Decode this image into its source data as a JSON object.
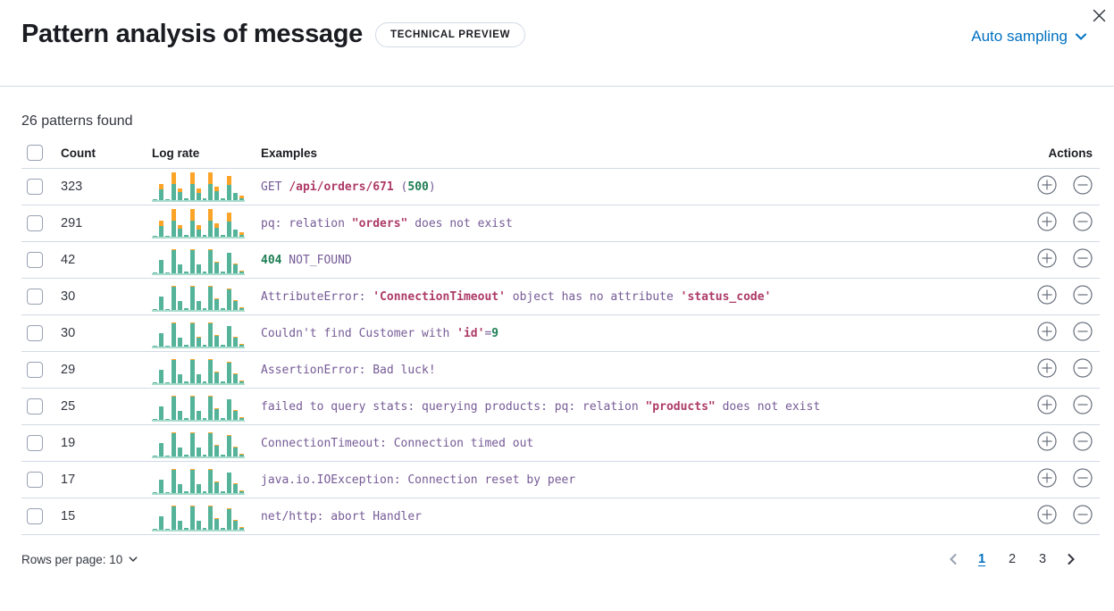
{
  "header": {
    "title": "Pattern analysis of message",
    "badge": "TECHNICAL PREVIEW",
    "sampling_label": "Auto sampling"
  },
  "summary": "26 patterns found",
  "table": {
    "columns": {
      "count": "Count",
      "log_rate": "Log rate",
      "examples": "Examples",
      "actions": "Actions"
    },
    "rows": [
      {
        "count": "323",
        "tokens": [
          {
            "t": "GET ",
            "c": "k"
          },
          {
            "t": "/api/orders/671",
            "c": "s"
          },
          {
            "t": " (",
            "c": "k"
          },
          {
            "t": "500",
            "c": "n"
          },
          {
            "t": ")",
            "c": "k"
          }
        ]
      },
      {
        "count": "291",
        "tokens": [
          {
            "t": "pq: relation ",
            "c": "k"
          },
          {
            "t": "\"orders\"",
            "c": "s"
          },
          {
            "t": " does not exist",
            "c": "k"
          }
        ]
      },
      {
        "count": "42",
        "tokens": [
          {
            "t": "404",
            "c": "n"
          },
          {
            "t": " NOT_FOUND",
            "c": "k"
          }
        ]
      },
      {
        "count": "30",
        "tokens": [
          {
            "t": "AttributeError: ",
            "c": "k"
          },
          {
            "t": "'ConnectionTimeout'",
            "c": "s"
          },
          {
            "t": " object has no attribute ",
            "c": "k"
          },
          {
            "t": "'status_code'",
            "c": "s"
          }
        ]
      },
      {
        "count": "30",
        "tokens": [
          {
            "t": "Couldn't find Customer with ",
            "c": "k"
          },
          {
            "t": "'id'",
            "c": "s"
          },
          {
            "t": "=",
            "c": "k"
          },
          {
            "t": "9",
            "c": "n"
          }
        ]
      },
      {
        "count": "29",
        "tokens": [
          {
            "t": "AssertionError: Bad luck!",
            "c": "k"
          }
        ]
      },
      {
        "count": "25",
        "tokens": [
          {
            "t": "failed to query stats: querying products: pq: relation ",
            "c": "k"
          },
          {
            "t": "\"products\"",
            "c": "s"
          },
          {
            "t": " does not exist",
            "c": "k"
          }
        ]
      },
      {
        "count": "19",
        "tokens": [
          {
            "t": "ConnectionTimeout: Connection timed out",
            "c": "k"
          }
        ]
      },
      {
        "count": "17",
        "tokens": [
          {
            "t": "java.io.IOException: Connection reset by peer",
            "c": "k"
          }
        ]
      },
      {
        "count": "15",
        "tokens": [
          {
            "t": "net/http: abort Handler",
            "c": "k"
          }
        ]
      }
    ]
  },
  "chart_data": [
    {
      "type": "bar",
      "label": "log-rate-row-1",
      "series": [
        {
          "name": "baseline",
          "values": [
            3,
            38,
            3,
            58,
            26,
            4,
            58,
            24,
            4,
            58,
            30,
            4,
            52,
            24,
            5
          ]
        },
        {
          "name": "deviation",
          "values": [
            0,
            20,
            0,
            40,
            16,
            0,
            40,
            16,
            0,
            40,
            18,
            0,
            34,
            0,
            10
          ]
        }
      ]
    },
    {
      "type": "bar",
      "label": "log-rate-row-2",
      "series": [
        {
          "name": "baseline",
          "values": [
            3,
            38,
            3,
            58,
            26,
            4,
            58,
            24,
            4,
            58,
            30,
            4,
            52,
            24,
            5
          ]
        },
        {
          "name": "deviation",
          "values": [
            0,
            20,
            0,
            40,
            16,
            0,
            40,
            16,
            0,
            40,
            18,
            0,
            34,
            0,
            10
          ]
        }
      ]
    },
    {
      "type": "bar",
      "label": "log-rate-row-3",
      "series": [
        {
          "name": "baseline",
          "values": [
            3,
            46,
            3,
            82,
            32,
            5,
            82,
            32,
            5,
            82,
            36,
            5,
            74,
            30,
            5
          ]
        },
        {
          "name": "deviation",
          "values": [
            0,
            0,
            0,
            4,
            0,
            0,
            4,
            0,
            0,
            3,
            4,
            0,
            0,
            5,
            4
          ]
        }
      ]
    },
    {
      "type": "bar",
      "label": "log-rate-row-4",
      "series": [
        {
          "name": "baseline",
          "values": [
            3,
            46,
            3,
            82,
            32,
            5,
            82,
            32,
            5,
            82,
            36,
            5,
            74,
            30,
            5
          ]
        },
        {
          "name": "deviation",
          "values": [
            0,
            2,
            0,
            4,
            0,
            0,
            4,
            0,
            0,
            3,
            4,
            0,
            2,
            5,
            4
          ]
        }
      ]
    },
    {
      "type": "bar",
      "label": "log-rate-row-5",
      "series": [
        {
          "name": "baseline",
          "values": [
            3,
            46,
            3,
            82,
            32,
            5,
            82,
            32,
            5,
            82,
            36,
            5,
            74,
            30,
            5
          ]
        },
        {
          "name": "deviation",
          "values": [
            0,
            0,
            0,
            4,
            0,
            0,
            4,
            2,
            0,
            3,
            4,
            0,
            0,
            5,
            4
          ]
        }
      ]
    },
    {
      "type": "bar",
      "label": "log-rate-row-6",
      "series": [
        {
          "name": "baseline",
          "values": [
            3,
            46,
            3,
            82,
            32,
            5,
            82,
            32,
            5,
            82,
            36,
            5,
            74,
            30,
            5
          ]
        },
        {
          "name": "deviation",
          "values": [
            0,
            2,
            0,
            4,
            0,
            0,
            4,
            0,
            0,
            3,
            4,
            0,
            2,
            5,
            4
          ]
        }
      ]
    },
    {
      "type": "bar",
      "label": "log-rate-row-7",
      "series": [
        {
          "name": "baseline",
          "values": [
            3,
            46,
            3,
            82,
            32,
            5,
            82,
            32,
            5,
            82,
            36,
            5,
            74,
            30,
            5
          ]
        },
        {
          "name": "deviation",
          "values": [
            0,
            0,
            0,
            4,
            0,
            0,
            4,
            0,
            0,
            3,
            4,
            0,
            0,
            5,
            4
          ]
        }
      ]
    },
    {
      "type": "bar",
      "label": "log-rate-row-8",
      "series": [
        {
          "name": "baseline",
          "values": [
            3,
            46,
            3,
            82,
            32,
            5,
            82,
            32,
            5,
            82,
            36,
            5,
            74,
            30,
            5
          ]
        },
        {
          "name": "deviation",
          "values": [
            0,
            2,
            0,
            4,
            0,
            0,
            4,
            0,
            0,
            3,
            4,
            0,
            2,
            5,
            4
          ]
        }
      ]
    },
    {
      "type": "bar",
      "label": "log-rate-row-9",
      "series": [
        {
          "name": "baseline",
          "values": [
            3,
            46,
            3,
            82,
            32,
            5,
            82,
            32,
            5,
            82,
            36,
            5,
            74,
            30,
            5
          ]
        },
        {
          "name": "deviation",
          "values": [
            0,
            0,
            0,
            4,
            0,
            0,
            4,
            0,
            0,
            3,
            4,
            0,
            0,
            5,
            4
          ]
        }
      ]
    },
    {
      "type": "bar",
      "label": "log-rate-row-10",
      "series": [
        {
          "name": "baseline",
          "values": [
            3,
            46,
            3,
            82,
            32,
            5,
            82,
            32,
            5,
            82,
            36,
            5,
            74,
            30,
            5
          ]
        },
        {
          "name": "deviation",
          "values": [
            0,
            2,
            0,
            4,
            0,
            0,
            4,
            0,
            0,
            3,
            4,
            0,
            2,
            5,
            4
          ]
        }
      ]
    }
  ],
  "footer": {
    "rows_per_page_label": "Rows per page: 10",
    "pages": [
      "1",
      "2",
      "3"
    ],
    "active_page": "1"
  },
  "colors": {
    "accent_blue": "#0071C2",
    "spark_green": "#54B399",
    "spark_orange": "#FCA428",
    "code_keyword": "#765B96",
    "code_string": "#AD3A66",
    "code_number": "#1E7D54",
    "icon_gray": "#69707D",
    "disabled_gray": "#98A2B3",
    "row_border": "#D3DAE6"
  }
}
